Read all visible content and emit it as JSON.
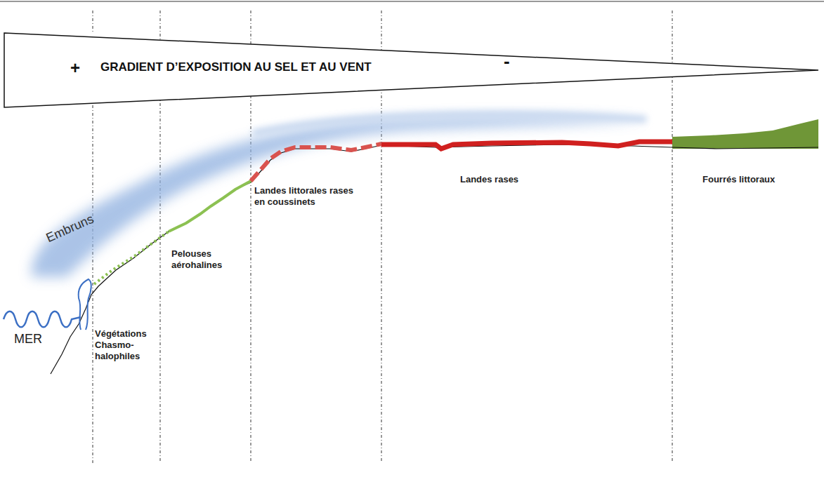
{
  "diagram": {
    "nodes": [
      {
        "text": [
          "+",
          "GRADIENT D’EXPOSITION AU SEL ET AU VENT",
          "-"
        ]
      }
    ],
    "labels": [
      "MER",
      "Embruns",
      "Végétations Chasmo- halophiles",
      "Pelouses aérohalines",
      "Landes littorales rases en coussinets",
      "Landes rases",
      "Fourrés littoraux"
    ]
  }
}
